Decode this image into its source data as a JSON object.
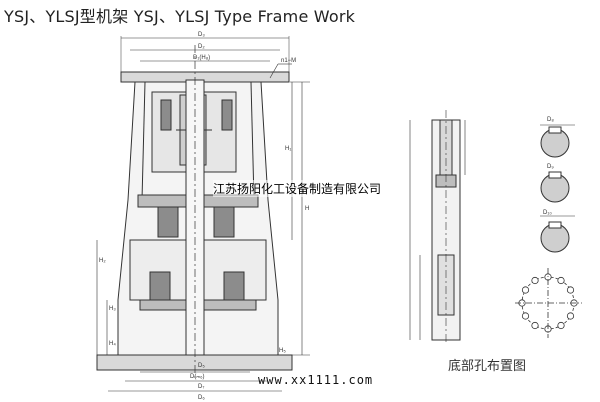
{
  "title": "YSJ、YLSJ型机架  YSJ、YLSJ Type Frame Work",
  "watermark": "江苏扬阳化工设备制造有限公司",
  "caption": "底部孔布置图",
  "url": "www.xx1111.com",
  "dimension_labels": {
    "d3": "D₃",
    "d2": "D₂",
    "d1": "D₁(H₈)",
    "n1m": "n1−M",
    "h1": "H₁",
    "h": "H",
    "h2": "H₂",
    "h3": "H₃",
    "h4": "H₄",
    "h5": "H₅",
    "d5": "D₅",
    "dm": "D(ₘ₆)",
    "d7": "D₇",
    "d6": "D₆",
    "d8": "D₈",
    "d9": "D₉",
    "d10": "D₁₀"
  },
  "colors": {
    "line": "#333333",
    "fill": "#d9d9d9",
    "dark": "#8c8c8c"
  }
}
